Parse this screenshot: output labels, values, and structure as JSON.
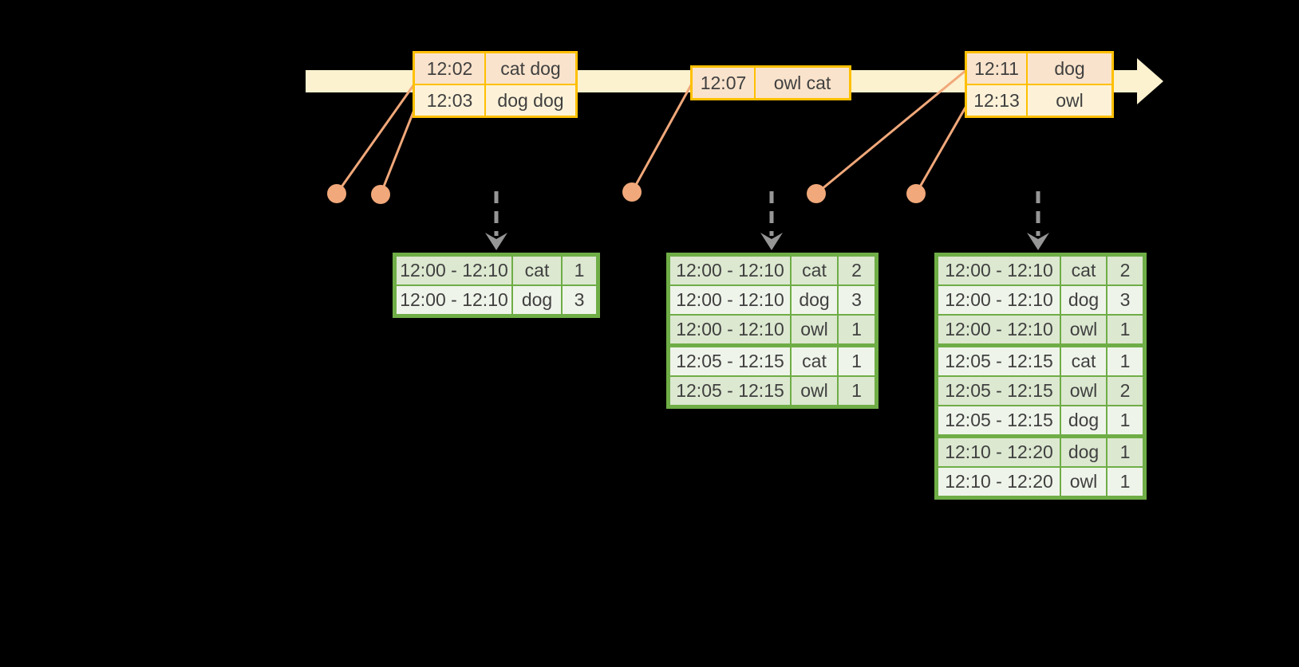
{
  "palette": {
    "timeline_fill": "#FCF2CF",
    "event_table_border": "#FFC000",
    "event_row_dark": "#FAE3CC",
    "event_row_light": "#FDF2D8",
    "result_table_border": "#6FAD46",
    "result_row_dark": "#DCE8D0",
    "result_row_light": "#EFF4EA",
    "connector_orange": "#F1A87A",
    "trigger_arrow_gray": "#969696",
    "text_color": "#404040",
    "background": "#000000"
  },
  "event_tables": [
    {
      "rows": [
        [
          "12:02",
          "cat dog"
        ],
        [
          "12:03",
          "dog dog"
        ]
      ]
    },
    {
      "rows": [
        [
          "12:07",
          "owl cat"
        ]
      ]
    },
    {
      "rows": [
        [
          "12:11",
          "dog"
        ],
        [
          "12:13",
          "owl"
        ]
      ]
    }
  ],
  "result_tables": [
    {
      "rows": [
        [
          "12:00 - 12:10",
          "cat",
          "1"
        ],
        [
          "12:00 - 12:10",
          "dog",
          "3"
        ]
      ],
      "group_breaks": []
    },
    {
      "rows": [
        [
          "12:00 - 12:10",
          "cat",
          "2"
        ],
        [
          "12:00 - 12:10",
          "dog",
          "3"
        ],
        [
          "12:00 - 12:10",
          "owl",
          "1"
        ],
        [
          "12:05 - 12:15",
          "cat",
          "1"
        ],
        [
          "12:05 - 12:15",
          "owl",
          "1"
        ]
      ],
      "group_breaks": [
        3
      ]
    },
    {
      "rows": [
        [
          "12:00 - 12:10",
          "cat",
          "2"
        ],
        [
          "12:00 - 12:10",
          "dog",
          "3"
        ],
        [
          "12:00 - 12:10",
          "owl",
          "1"
        ],
        [
          "12:05 - 12:15",
          "cat",
          "1"
        ],
        [
          "12:05 - 12:15",
          "owl",
          "2"
        ],
        [
          "12:05 - 12:15",
          "dog",
          "1"
        ],
        [
          "12:10 - 12:20",
          "dog",
          "1"
        ],
        [
          "12:10 - 12:20",
          "owl",
          "1"
        ]
      ],
      "group_breaks": [
        3,
        6
      ]
    }
  ]
}
